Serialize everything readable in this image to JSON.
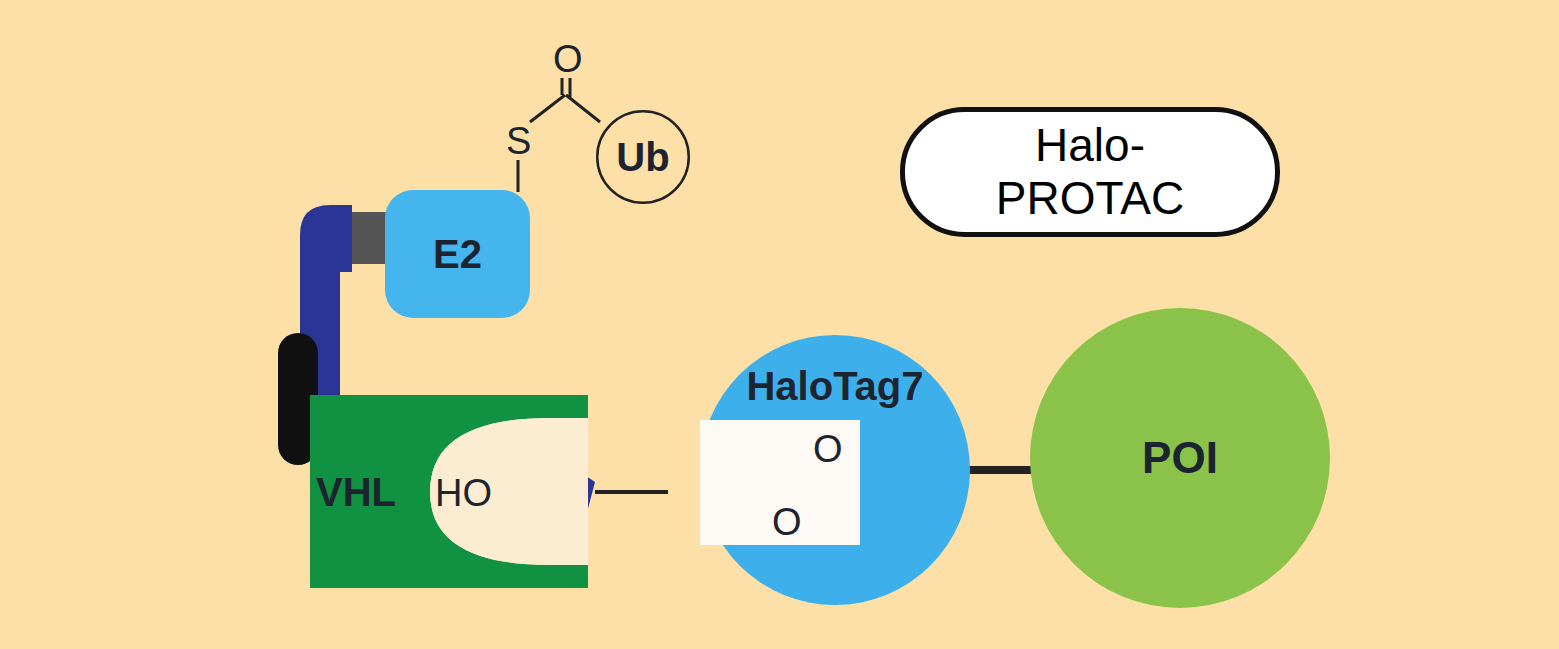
{
  "diagram": {
    "nodes": [
      {
        "text": [
          "Ub"
        ]
      },
      {
        "text": [
          "E2"
        ]
      },
      {
        "text": [
          "Halo- PROTAC"
        ]
      },
      {
        "text": [
          "VHL"
        ]
      },
      {
        "text": [
          "HaloTag7"
        ]
      },
      {
        "text": [
          "POI"
        ]
      }
    ],
    "edges": [
      {
        "from": 4,
        "to": 5,
        "arrow": "none"
      }
    ],
    "labels": [
      "O",
      "S",
      "HO",
      "O",
      "O"
    ]
  }
}
